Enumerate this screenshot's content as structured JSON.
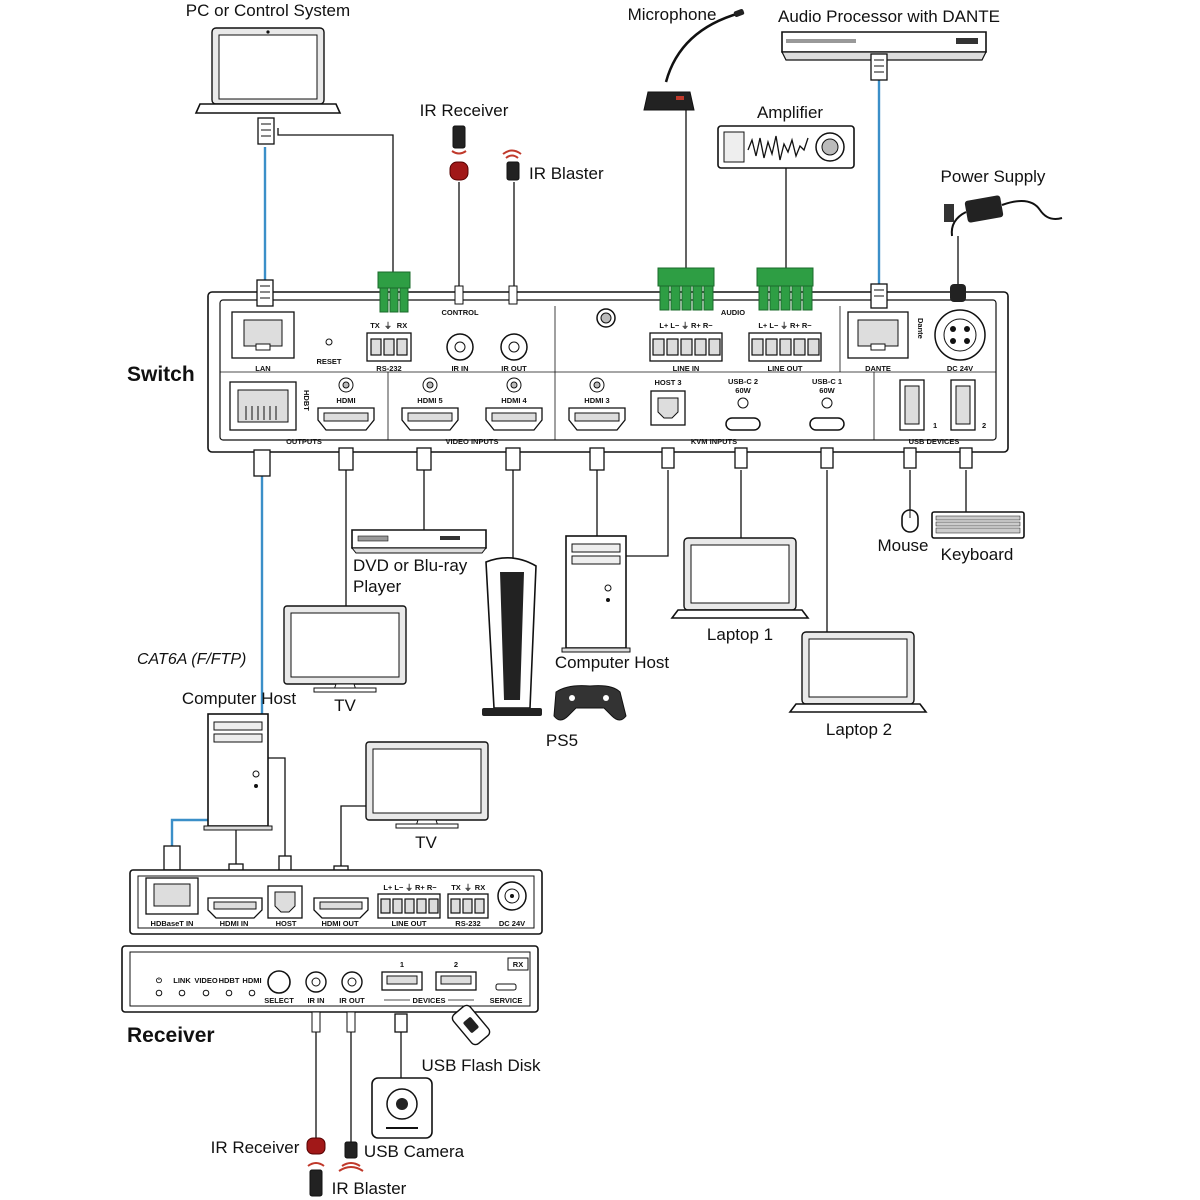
{
  "devices": {
    "pc": "PC or Control System",
    "microphone": "Microphone",
    "audio_processor": "Audio Processor with DANTE",
    "ir_receiver_top": "IR Receiver",
    "ir_blaster_top": "IR Blaster",
    "amplifier": "Amplifier",
    "power_supply": "Power Supply",
    "switch": "Switch",
    "mouse": "Mouse",
    "keyboard": "Keyboard",
    "dvd_line1": "DVD or Blu-ray",
    "dvd_line2": "Player",
    "computer_host_top": "Computer Host",
    "laptop1": "Laptop 1",
    "laptop2": "Laptop 2",
    "tv_top": "TV",
    "ps5": "PS5",
    "cable": "CAT6A (F/FTP)",
    "computer_host_bottom": "Computer Host",
    "tv_bottom": "TV",
    "receiver": "Receiver",
    "usb_flash": "USB Flash Disk",
    "usb_camera": "USB Camera",
    "ir_receiver_bottom": "IR Receiver",
    "ir_blaster_bottom": "IR Blaster"
  },
  "switch_panel": {
    "control": "CONTROL",
    "audio": "AUDIO",
    "lan": "LAN",
    "reset": "RESET",
    "tx": "TX",
    "rx": "RX",
    "rs232": "RS-232",
    "ir_in": "IR IN",
    "ir_out": "IR OUT",
    "line_in": "LINE IN",
    "line_out": "LINE OUT",
    "audio_pins": "L+ L− ⏚ R+ R−",
    "dante": "DANTE",
    "dante_logo": "Dante",
    "dc": "DC 24V",
    "hdbt": "HDBT",
    "hdmi": "HDMI",
    "hdmi5": "HDMI 5",
    "hdmi4": "HDMI 4",
    "hdmi3": "HDMI 3",
    "host3": "HOST 3",
    "usbc2": "USB-C 2",
    "usbc1": "USB-C 1",
    "watt": "60W",
    "usb1": "1",
    "usb2": "2",
    "outputs": "OUTPUTS",
    "video_inputs": "VIDEO INPUTS",
    "kvm_inputs": "KVM INPUTS",
    "usb_devices": "USB DEVICES"
  },
  "receiver_panel": {
    "hdbaset_in": "HDBaseT IN",
    "hdmi_in": "HDMI IN",
    "host": "HOST",
    "hdmi_out": "HDMI OUT",
    "line_out": "LINE OUT",
    "audio_pins": "L+ L− ⏚ R+ R−",
    "tx": "TX",
    "rx": "RX",
    "rs232": "RS-232",
    "dc": "DC 24V",
    "rx_badge": "RX",
    "led_power": "⏻",
    "led_link": "LINK",
    "led_video": "VIDEO",
    "led_hdbt": "HDBT",
    "led_hdmi": "HDMI",
    "select": "SELECT",
    "ir_in": "IR IN",
    "ir_out": "IR OUT",
    "devices": "DEVICES",
    "dev1": "1",
    "dev2": "2",
    "service": "SERVICE"
  },
  "colors": {
    "cat_cable": "#3b8fc8",
    "terminal_green": "#2e9e44"
  }
}
